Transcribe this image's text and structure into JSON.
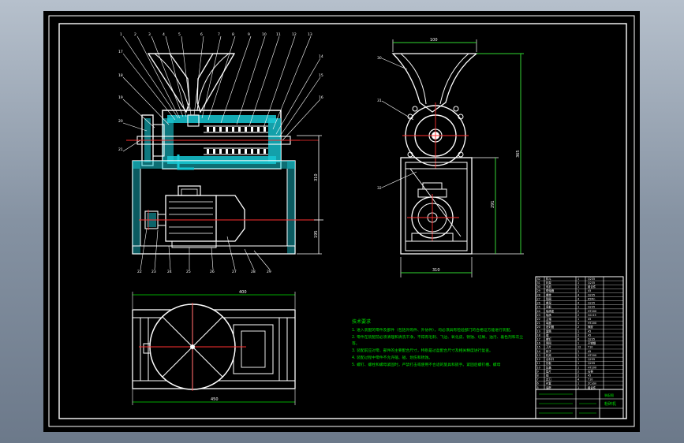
{
  "drawing": {
    "top_dims": {
      "length": "400",
      "width": "450"
    },
    "side_dims": {
      "top_width": "100",
      "base_width": "310",
      "total_height": "365",
      "lower_height": "291"
    },
    "front_dims": {
      "upper": "310",
      "lower": "195"
    },
    "balloons": {
      "top_row": [
        "1",
        "2",
        "3",
        "4",
        "5",
        "6",
        "7",
        "8",
        "9",
        "10",
        "11",
        "12",
        "13"
      ],
      "right_col": [
        "14",
        "15",
        "16"
      ],
      "left_col": [
        "17",
        "18",
        "19",
        "20",
        "21"
      ],
      "bottom_row": [
        "22",
        "23",
        "24",
        "25",
        "26",
        "27",
        "28",
        "29"
      ],
      "side_view": [
        "30",
        "31",
        "32"
      ]
    }
  },
  "tech_requirements": {
    "title": "技术要求",
    "lines": [
      "1. 进入装配的零件及部件（包括外购件、外协件），均必须具有检验部门的合格证方能进行装配。",
      "2. 零件在装配前必须清理和清洗干净，不得有毛刺、飞边、氧化皮、锈蚀、切屑、油污、着色剂和灰尘",
      "等。",
      "3. 装配前应对零、部件的主要配合尺寸，特别是过盈配合尺寸及相关精度进行复查。",
      "4. 装配过程中零件不允许磕、碰、划伤和锈蚀。",
      "5. 螺钉、螺栓和螺母紧固时，严禁打击或使用不合适的旋具和扳手。紧固后螺钉槽、螺母"
    ]
  },
  "parts_list": {
    "rows": [
      [
        "32",
        "料斗",
        "1",
        "Q235"
      ],
      [
        "31",
        "机架",
        "1",
        "Q235"
      ],
      [
        "30",
        "电机",
        "1",
        "组合件"
      ],
      [
        "29",
        "联轴器",
        "1",
        "45"
      ],
      [
        "28",
        "螺栓",
        "4",
        "Q235"
      ],
      [
        "27",
        "垫圈",
        "4",
        "65Mn"
      ],
      [
        "26",
        "螺母",
        "4",
        "Q235"
      ],
      [
        "25",
        "底板",
        "1",
        "Q235"
      ],
      [
        "24",
        "轴承座",
        "2",
        "HT200"
      ],
      [
        "23",
        "轴承",
        "2",
        "GCr15"
      ],
      [
        "22",
        "主轴",
        "1",
        "45"
      ],
      [
        "21",
        "端盖",
        "1",
        "HT200"
      ],
      [
        "20",
        "密封圈",
        "2",
        "橡胶"
      ],
      [
        "19",
        "套筒",
        "1",
        "45"
      ],
      [
        "18",
        "键",
        "2",
        "45"
      ],
      [
        "17",
        "螺钉",
        "8",
        "Q235"
      ],
      [
        "16",
        "筛网",
        "1",
        "不锈钢"
      ],
      [
        "15",
        "刀片",
        "12",
        "T10"
      ],
      [
        "14",
        "转子",
        "1",
        "45"
      ],
      [
        "13",
        "机壳",
        "1",
        "HT200"
      ],
      [
        "12",
        "出料口",
        "1",
        "Q235"
      ],
      [
        "11",
        "挡板",
        "1",
        "Q235"
      ],
      [
        "10",
        "压盖",
        "1",
        "HT200"
      ],
      [
        "9",
        "垫片",
        "2",
        "石棉"
      ],
      [
        "8",
        "销",
        "2",
        "45"
      ],
      [
        "7",
        "定刀",
        "4",
        "T10"
      ],
      [
        "6",
        "衬套",
        "1",
        "ZCuSn"
      ],
      [
        "5",
        "油杯",
        "1",
        "组合件"
      ]
    ],
    "title_cell": "粉碎机",
    "sheet_label": "装配图"
  }
}
